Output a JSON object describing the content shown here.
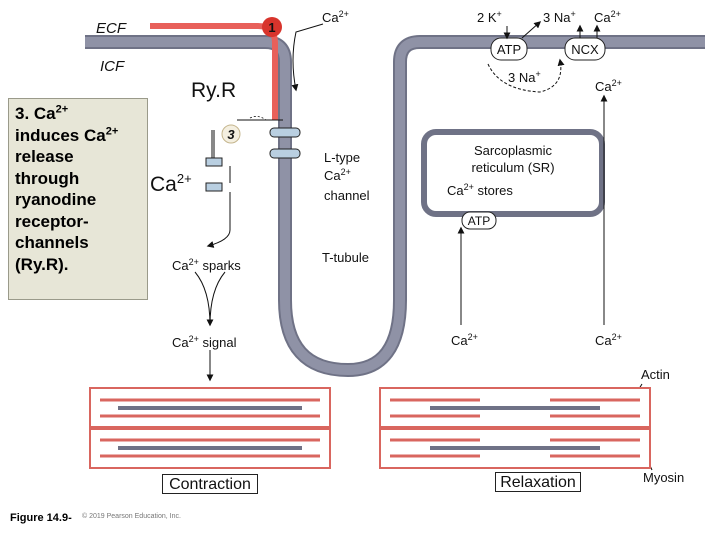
{
  "compartments": {
    "ecf": "ECF",
    "icf": "ICF"
  },
  "steps": {
    "step1": "1",
    "step3": "3"
  },
  "callout": {
    "line1_pre": "3. Ca",
    "line1_sup": "2+",
    "line2_pre": "induces Ca",
    "line2_sup": "2+",
    "line3": "release",
    "line4": "through",
    "line5": "ryanodine",
    "line6": "receptor-",
    "line7": "channels",
    "line8": "(Ry.R)."
  },
  "labels": {
    "ryr": "Ry.R",
    "ca_large": "Ca",
    "ca_large_sup": "2+",
    "ca_top": "Ca",
    "ca_top_sup": "2+",
    "k_ion": "2 K",
    "k_sup": "+",
    "na3_top": "3 Na",
    "na3_top_sup": "+",
    "ca_ncx": "Ca",
    "ca_ncx_sup": "2+",
    "atp_pump": "ATP",
    "ncx": "NCX",
    "na3_mid": "3 Na",
    "na3_mid_sup": "+",
    "ca_right": "Ca",
    "ca_right_sup": "2+",
    "ltype_1": "L-type",
    "ltype_2": "Ca",
    "ltype_2_sup": "2+",
    "ltype_3": "channel",
    "sr_1": "Sarcoplasmic",
    "sr_2": "reticulum (SR)",
    "sr_3": "Ca",
    "sr_3_sup": "2+",
    "sr_3_post": " stores",
    "atp_sr": "ATP",
    "ttubule": "T-tubule",
    "sparks_pre": "Ca",
    "sparks_sup": "2+",
    "sparks_post": " sparks",
    "signal_pre": "Ca",
    "signal_sup": "2+",
    "signal_post": " signal",
    "ca_sr_out": "Ca",
    "ca_sr_out_sup": "2+",
    "ca_bottom_right": "Ca",
    "ca_bottom_right_sup": "2+",
    "actin": "Actin",
    "myosin": "Myosin",
    "contraction": "Contraction",
    "relaxation": "Relaxation"
  },
  "footer": {
    "figure": "Figure 14.9-",
    "copyright": "© 2019 Pearson Education, Inc."
  },
  "colors": {
    "membrane": "#8f92a6",
    "membrane_edge": "#6f7286",
    "red_path": "#e8605a",
    "callout_bg": "#e7e6d7",
    "channel": "#b9cfe1",
    "step_marker": "#d8342c",
    "thin_filament": "#d9665f",
    "thick_filament": "#6f7286"
  }
}
